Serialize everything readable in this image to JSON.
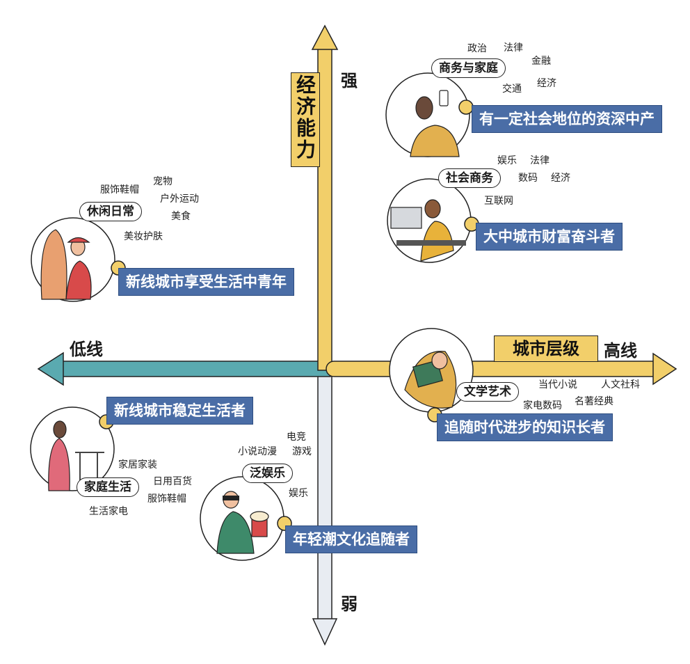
{
  "axes": {
    "y_label": "经济能力",
    "y_top": "强",
    "y_bottom": "弱",
    "x_label": "城市层级",
    "x_left": "低线",
    "x_right": "高线"
  },
  "personas": [
    {
      "id": "business",
      "pill": "商务与家庭",
      "title": "有一定社会地位的资深中产",
      "tags": [
        "政治",
        "法律",
        "金融",
        "交通",
        "经济"
      ]
    },
    {
      "id": "social",
      "pill": "社会商务",
      "title": "大中城市财富奋斗者",
      "tags": [
        "娱乐",
        "法律",
        "数码",
        "经济",
        "互联网"
      ]
    },
    {
      "id": "leisure",
      "pill": "休闲日常",
      "title": "新线城市享受生活中青年",
      "tags": [
        "宠物",
        "服饰鞋帽",
        "户外运动",
        "美食",
        "美妆护肤"
      ]
    },
    {
      "id": "literature",
      "pill": "文学艺术",
      "title": "追随时代进步的知识长者",
      "tags": [
        "当代小说",
        "人文社科",
        "家电数码",
        "名著经典"
      ]
    },
    {
      "id": "family",
      "pill": "家庭生活",
      "title": "新线城市稳定生活者",
      "tags": [
        "家居家装",
        "日用百货",
        "服饰鞋帽",
        "生活家电"
      ]
    },
    {
      "id": "entertainment",
      "pill": "泛娱乐",
      "title": "年轻潮文化追随者",
      "tags": [
        "电竞",
        "小说动漫",
        "游戏",
        "娱乐"
      ]
    }
  ],
  "colors": {
    "yellow": "#f2cf6a",
    "teal": "#5aaab0",
    "blue": "#4a6da6",
    "lightgray": "#e6eaf0"
  }
}
